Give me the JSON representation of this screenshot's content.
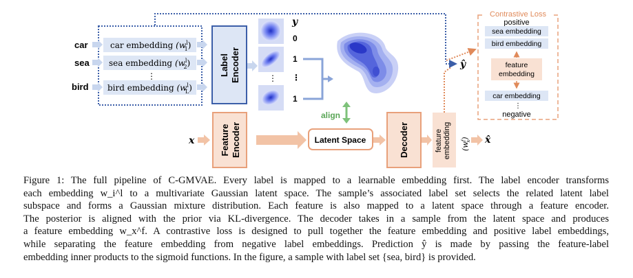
{
  "figure": {
    "labels": [
      "car",
      "sea",
      "bird"
    ],
    "label_embeddings": [
      {
        "text": "car embedding",
        "sym": "(w",
        "sub": "1",
        "sup": "l",
        "close": ")"
      },
      {
        "text": "sea embedding",
        "sym": "(w",
        "sub": "2",
        "sup": "l",
        "close": ")"
      },
      {
        "text": "bird embedding",
        "sym": "(w",
        "sub": "L",
        "sup": "l",
        "close": ")"
      }
    ],
    "dots": "⋮",
    "label_encoder": [
      "Label",
      "Encoder"
    ],
    "y_header": "y",
    "y_values": [
      "0",
      "1",
      "⋮",
      "1"
    ],
    "align": "align",
    "x_input": "x",
    "feature_encoder": [
      "Feature",
      "Encoder"
    ],
    "latent_space": "Latent Space",
    "decoder": "Decoder",
    "feature_embedding_vertical": [
      "feature",
      "embedding",
      "(w",
      "x",
      "f",
      ")"
    ],
    "x_hat": "x̂",
    "y_hat": "ŷ",
    "contrastive": {
      "title": "Contrastive Loss",
      "positive": "positive",
      "pos1": "sea embedding",
      "pos2": "bird embedding",
      "feature": [
        "feature",
        "embedding"
      ],
      "neg1": "car embedding",
      "negative": "negative"
    },
    "colors": {
      "blue_border": "#3b5ea8",
      "blue_fill": "#dde6f5",
      "orange_border": "#e8a07a",
      "orange_fill": "#f9e1d3",
      "green": "#7ec27a",
      "gaussian": "#3344cc"
    }
  },
  "caption": {
    "lines": [
      "Figure 1: The full pipeline of C-GMVAE. Every label is mapped to a learnable embedding first. The label encoder transforms",
      "each embedding w_i^l to a multivariate Gaussian latent space. The sample’s associated label set selects the related latent label",
      "subspace and forms a Gaussian mixture distribution. Each feature is also mapped to a latent space through a feature encoder.",
      "The posterior is aligned with the prior via KL-divergence. The decoder takes in a sample from the latent space and produces",
      "a feature embedding w_x^f. A contrastive loss is designed to pull together the feature embedding and positive label embeddings,",
      "while separating the feature embedding from negative label embeddings. Prediction ŷ is made by passing the feature-label",
      "embedding inner products to the sigmoid functions. In the figure, a sample with label set {sea, bird} is provided."
    ]
  }
}
